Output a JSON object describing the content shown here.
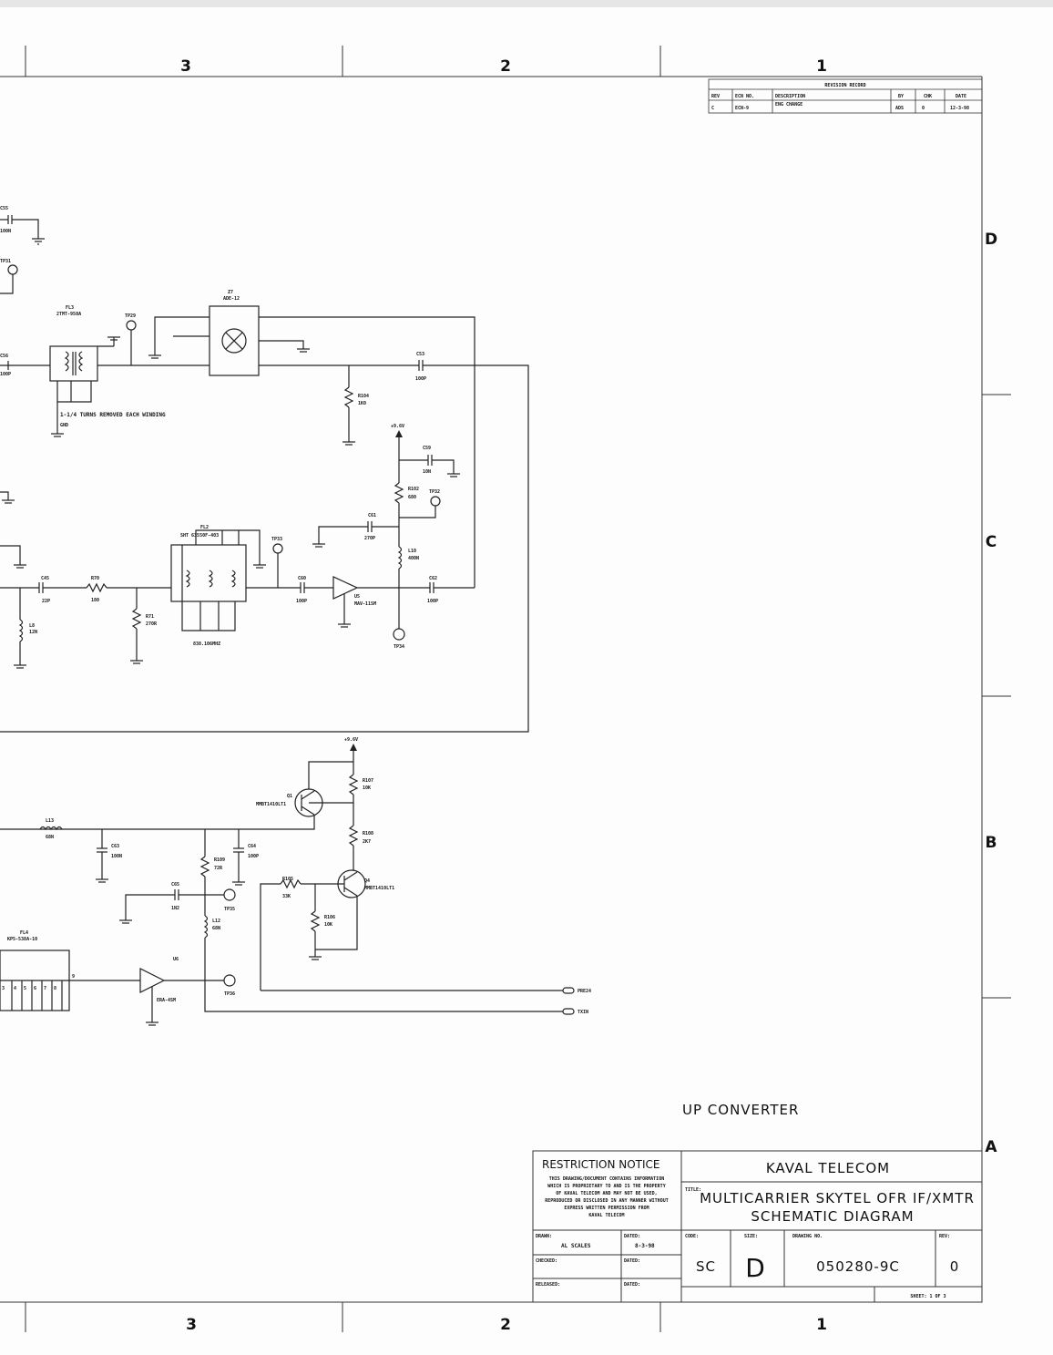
{
  "zones": {
    "top": [
      "3",
      "2",
      "1"
    ],
    "bottom": [
      "3",
      "2",
      "1"
    ],
    "right": [
      "D",
      "C",
      "B",
      "A"
    ]
  },
  "revision": {
    "title": "REVISION RECORD",
    "headers": [
      "REV",
      "ECN NO.",
      "DESCRIPTION",
      "BY",
      "CHK",
      "DATE"
    ],
    "row": [
      "C",
      "ECN-9",
      "ENG CHANGE",
      "ADS",
      "0",
      "12-3-98"
    ]
  },
  "components": {
    "C55": "C55",
    "C55_val": "100N",
    "TP31": "TP31",
    "C56": "C56",
    "C56_val": "100P",
    "FL3": "FL3",
    "FL3_part": "2TMT-950A",
    "TP29": "TP29",
    "Z7": "Z7",
    "Z7_part": "ADE-12",
    "C53": "C53",
    "C53_val": "100P",
    "R104": "R104",
    "R104_val": "1K0",
    "turns_note": "1-1/4 TURNS REMOVED EACH WINDING",
    "gnd": "GND",
    "v_plus": "+9.6V",
    "C59": "C59",
    "C59_val": "10N",
    "R102": "R102",
    "R102_val": "680",
    "TP32": "TP32",
    "C61": "C61",
    "C61_val": "270P",
    "FL2": "FL2",
    "FL2_part": "SHT 63550F-403",
    "TP33": "TP33",
    "L10": "L10",
    "L10_val": "400N",
    "C45": "C45",
    "C45_val": "22P",
    "R70": "R70",
    "R70_val": "180",
    "C60": "C60",
    "C60_val": "100P",
    "U5": "U5",
    "U5_part": "MAV-11SM",
    "C62": "C62",
    "C62_val": "100P",
    "R71": "R71",
    "R71_val": "270R",
    "L8": "L8",
    "L8_val": "12N",
    "freq": "838.106MHZ",
    "TP34": "TP34",
    "v_plus2": "+9.6V",
    "Q1": "Q1",
    "Q1_part": "MMBT1410LT1",
    "R107": "R107",
    "R107_val": "10K",
    "L13": "L13",
    "L13_val": "68N",
    "C63": "C63",
    "C63_val": "100N",
    "C64": "C64",
    "C64_val": "100P",
    "R108": "R108",
    "R108_val": "2K7",
    "R109": "R109",
    "R109_val": "72R",
    "C65": "C65",
    "C65_val": "1N2",
    "TP35": "TP35",
    "R105": "R105",
    "R105_val": "33K",
    "Q4": "Q4",
    "Q4_part": "MMBT1410LT1",
    "L12": "L12",
    "L12_val": "68N",
    "R106": "R106",
    "R106_val": "10K",
    "FL4": "FL4",
    "FL4_part": "KP5-538A-10",
    "U6": "U6",
    "U6_part": "ERA-4SM",
    "TP36": "TP36",
    "pin_numbers": [
      "3",
      "4",
      "5",
      "6",
      "7",
      "8",
      "9"
    ],
    "conn1": "PRE24",
    "conn2": "TXIN"
  },
  "title_block": {
    "sheet_label": "UP CONVERTER",
    "restriction_title": "RESTRICTION NOTICE",
    "restriction_lines": [
      "THIS DRAWING/DOCUMENT CONTAINS INFORMATION",
      "WHICH IS PROPRIETARY TO AND IS THE PROPERTY",
      "OF KAVAL TELECOM AND MAY NOT BE USED,",
      "REPRODUCED OR DISCLOSED IN ANY MANNER WITHOUT",
      "EXPRESS WRITTEN PERMISSION FROM",
      "KAVAL TELECOM"
    ],
    "company": "KAVAL TELECOM",
    "title_label": "TITLE:",
    "title_line1": "MULTICARRIER SKYTEL OFR IF/XMTR",
    "title_line2": "SCHEMATIC DIAGRAM",
    "drawn_label": "DRAWN:",
    "drawn_value": "AL SCALES",
    "dated_label": "DATED:",
    "dated_value": "8-3-98",
    "checked_label": "CHECKED:",
    "released_label": "RELEASED:",
    "code_label": "CODE:",
    "code_value": "SC",
    "size_label": "SIZE:",
    "size_value": "D",
    "drawing_no_label": "DRAWING NO.",
    "drawing_no_value": "050280-9C",
    "rev_label": "REV:",
    "rev_value": "0",
    "sheet": "SHEET: 1 OF 3"
  }
}
